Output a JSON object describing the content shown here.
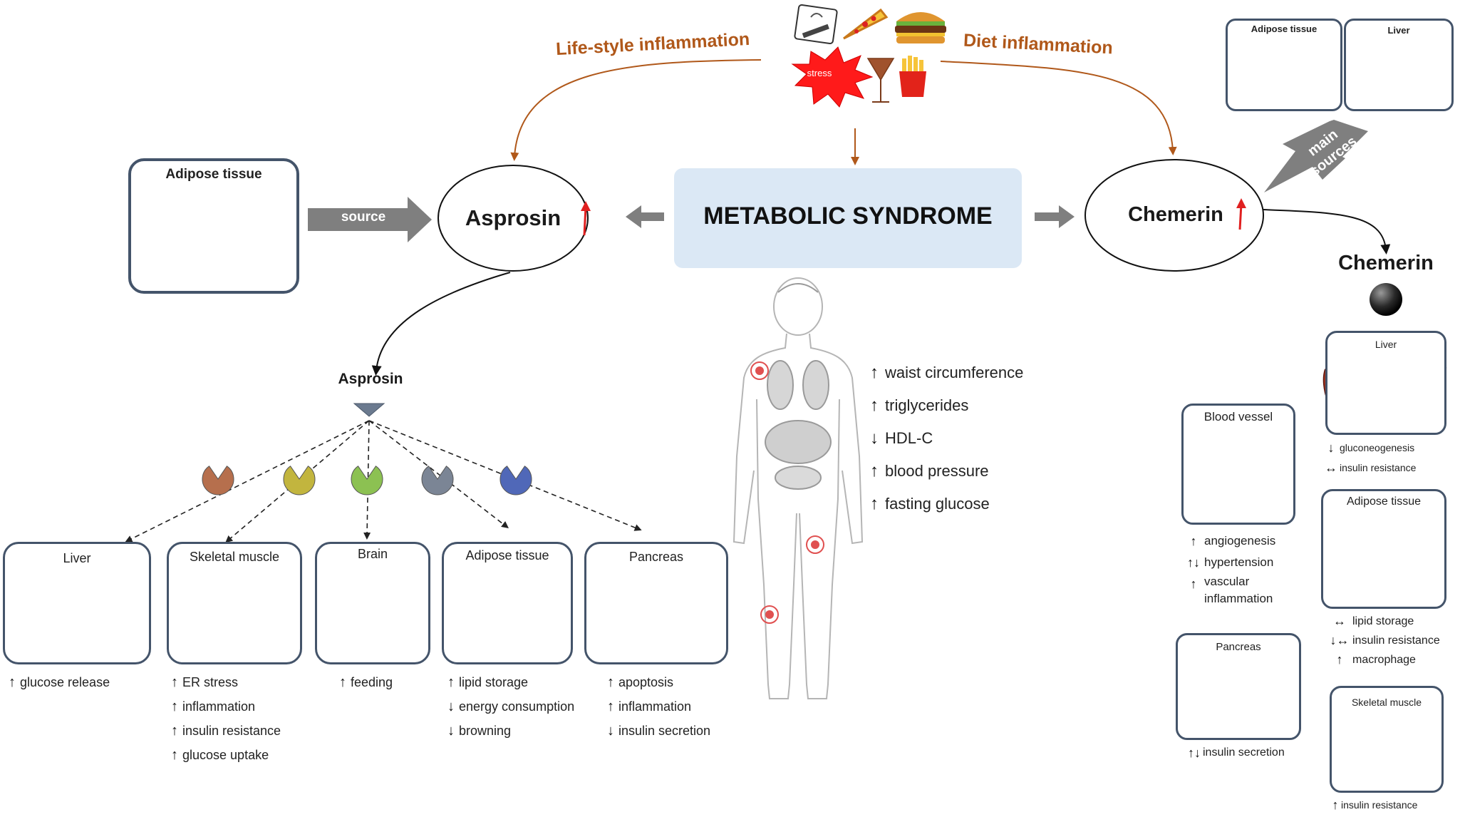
{
  "top": {
    "lifestyle_label": "Life-style inflammation",
    "diet_label": "Diet inflammation",
    "stress_label": "stress"
  },
  "center": {
    "metabolic_syndrome": "METABOLIC SYNDROME",
    "asprosin_oval": "Asprosin",
    "chemerin_oval": "Chemerin",
    "source_label": "source",
    "main_sources_label": "main sources",
    "left_adipose_title": "Adipose tissue"
  },
  "top_right_sources": {
    "adipose": "Adipose tissue",
    "liver": "Liver"
  },
  "symptoms": [
    {
      "arrow": "↑",
      "text": "waist circumference"
    },
    {
      "arrow": "↑",
      "text": "triglycerides"
    },
    {
      "arrow": "↓",
      "text": "HDL-C"
    },
    {
      "arrow": "↑",
      "text": "blood pressure"
    },
    {
      "arrow": "↑",
      "text": "fasting glucose"
    }
  ],
  "asprosin_panel": {
    "title": "Asprosin",
    "receptor_colors": [
      "#b66f4d",
      "#c2b53e",
      "#8cc152",
      "#7b8595",
      "#5068b8"
    ],
    "organs": [
      {
        "name": "Liver",
        "effects": [
          {
            "arrow": "↑",
            "text": "glucose release"
          }
        ]
      },
      {
        "name": "Skeletal muscle",
        "effects": [
          {
            "arrow": "↑",
            "text": "ER stress"
          },
          {
            "arrow": "↑",
            "text": "inflammation"
          },
          {
            "arrow": "↑",
            "text": "insulin resistance"
          },
          {
            "arrow": "↑",
            "text": "glucose uptake"
          }
        ]
      },
      {
        "name": "Brain",
        "effects": [
          {
            "arrow": "↑",
            "text": "feeding"
          }
        ]
      },
      {
        "name": "Adipose tissue",
        "effects": [
          {
            "arrow": "↑",
            "text": "lipid storage"
          },
          {
            "arrow": "↓",
            "text": "energy consumption"
          },
          {
            "arrow": "↓",
            "text": "browning"
          }
        ]
      },
      {
        "name": "Pancreas",
        "effects": [
          {
            "arrow": "↑",
            "text": "apoptosis"
          },
          {
            "arrow": "↑",
            "text": "inflammation"
          },
          {
            "arrow": "↓",
            "text": "insulin secretion"
          }
        ]
      }
    ]
  },
  "chemerin_panel": {
    "title": "Chemerin",
    "blood_vessel": {
      "name": "Blood vessel",
      "effects": [
        {
          "arrow": "↑",
          "text": "angiogenesis"
        },
        {
          "arrow": "↑↓",
          "text": "hypertension"
        },
        {
          "arrow": "↑",
          "text": "vascular inflammation"
        }
      ]
    },
    "pancreas": {
      "name": "Pancreas",
      "effects": [
        {
          "arrow": "↑↓",
          "text": "insulin secretion"
        }
      ]
    },
    "liver": {
      "name": "Liver",
      "effects": [
        {
          "arrow": "↓",
          "text": "gluconeogenesis"
        },
        {
          "arrow": "↔",
          "text": "insulin resistance"
        }
      ]
    },
    "adipose": {
      "name": "Adipose tissue",
      "effects": [
        {
          "arrow": "↔",
          "text": "lipid storage"
        },
        {
          "arrow": "↓↔",
          "text": "insulin resistance"
        },
        {
          "arrow": "↑",
          "text": "macrophage"
        }
      ]
    },
    "muscle": {
      "name": "Skeletal muscle",
      "effects": [
        {
          "arrow": "↑",
          "text": "insulin resistance"
        }
      ]
    }
  },
  "colors": {
    "inflammation_brown": "#b0581a",
    "box_border": "#44546a",
    "ms_box_fill": "#dbe8f5",
    "arrow_gray": "#7f7f7f",
    "up_red": "#e02020"
  }
}
